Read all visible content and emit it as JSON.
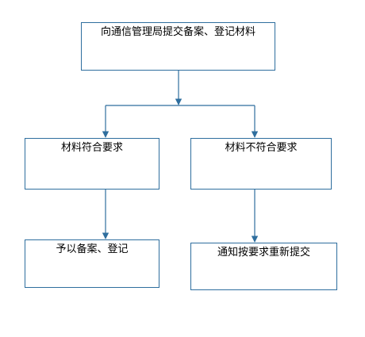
{
  "diagram": {
    "line_color": "#2e6e9e",
    "nodes": {
      "top": "向通信管理局提交备案、登记材料",
      "left": "材料符合要求",
      "right": "材料不符合要求",
      "bottom_left": "予以备案、登记",
      "bottom_right": "通知按要求重新提交"
    }
  }
}
